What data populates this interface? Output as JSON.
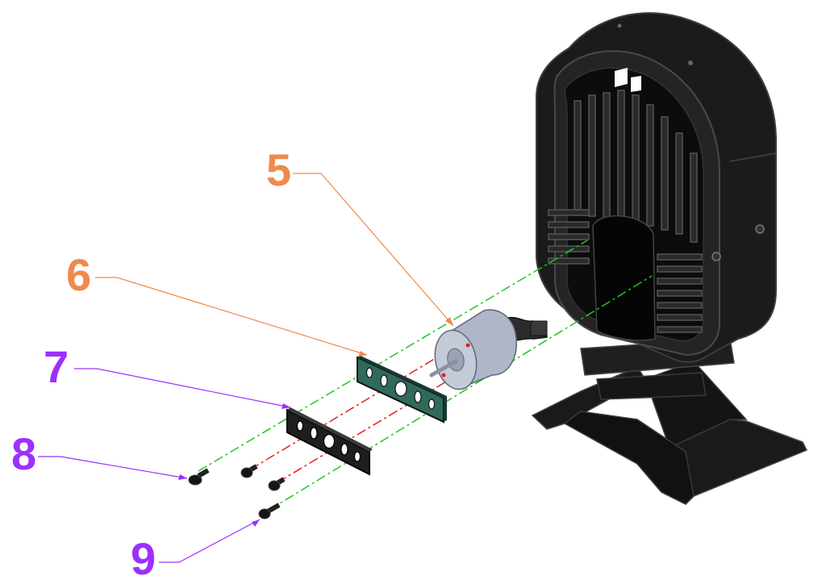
{
  "colors": {
    "orange": "#f08a4b",
    "purple": "#9b30ff",
    "housing": "#1d1d1d",
    "housing_edge": "#3a3a3a",
    "motor": "#aeb6c8",
    "axis_green": "#1ec81e",
    "axis_red": "#e02020",
    "plate_green": "#2f6a5a"
  },
  "callouts": [
    {
      "id": "5",
      "label": "5",
      "color": "orange",
      "part": "motor"
    },
    {
      "id": "6",
      "label": "6",
      "color": "orange",
      "part": "mounting-plate"
    },
    {
      "id": "7",
      "label": "7",
      "color": "purple",
      "part": "gasket"
    },
    {
      "id": "8",
      "label": "8",
      "color": "purple",
      "part": "screw-large"
    },
    {
      "id": "9",
      "label": "9",
      "color": "purple",
      "part": "screw-small"
    }
  ]
}
